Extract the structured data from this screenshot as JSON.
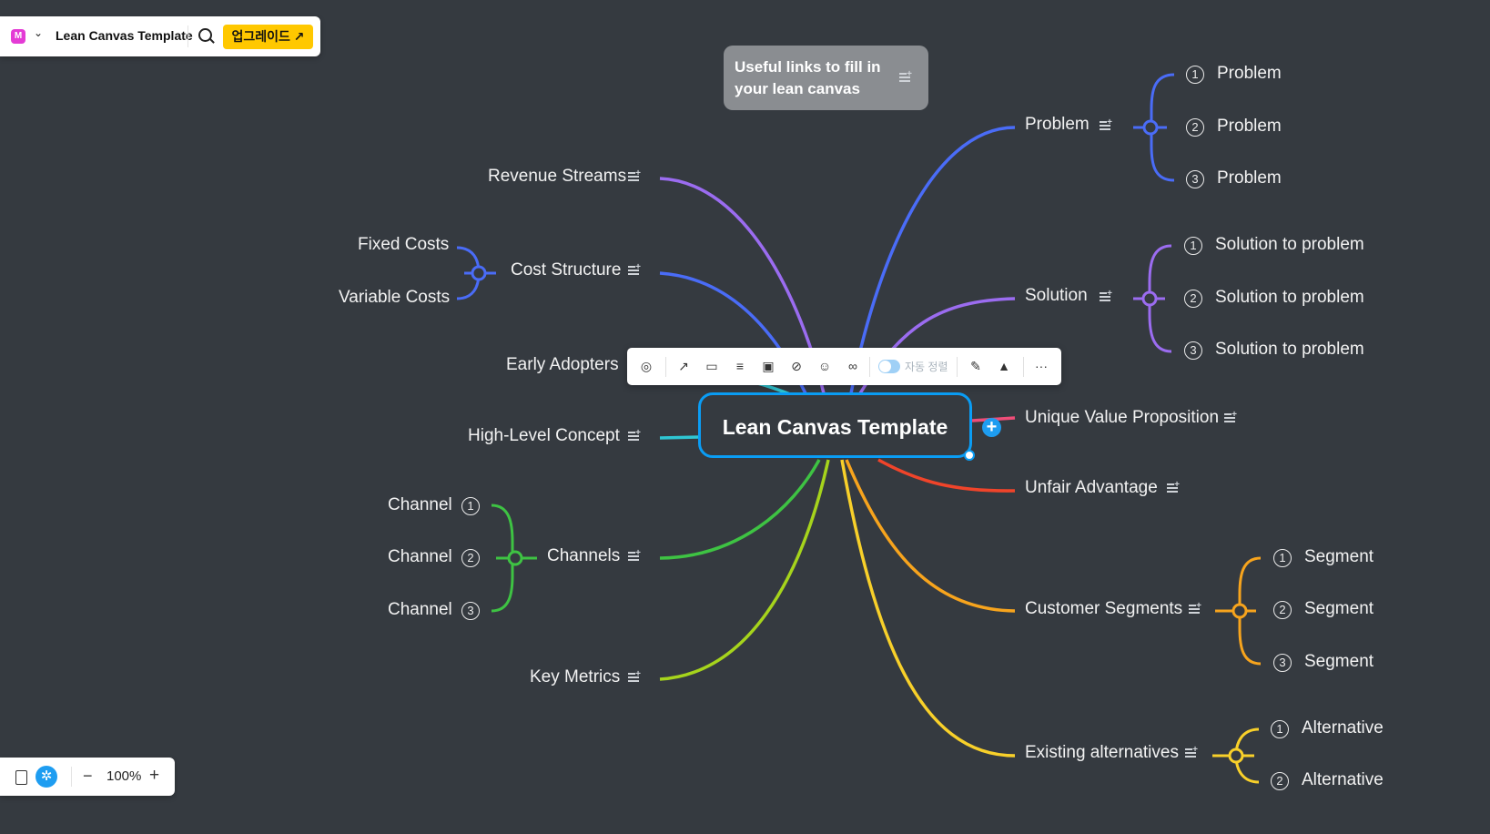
{
  "app": {
    "document_title": "Lean Canvas Template",
    "upgrade_label": "업그레이드 ↗",
    "zoom_level": "100%"
  },
  "note_box": {
    "text": "Useful links to fill in your lean canvas"
  },
  "central_topic": "Lean Canvas Template",
  "toolbar": {
    "auto_align_label": "자동 정렬"
  },
  "branches": {
    "problem": {
      "label": "Problem",
      "children": [
        "Problem",
        "Problem",
        "Problem"
      ]
    },
    "solution": {
      "label": "Solution",
      "children": [
        "Solution to problem",
        "Solution to problem",
        "Solution to problem"
      ]
    },
    "uvp": {
      "label": "Unique Value Proposition"
    },
    "unfair": {
      "label": "Unfair Advantage"
    },
    "segments": {
      "label": "Customer Segments",
      "children": [
        "Segment",
        "Segment",
        "Segment"
      ]
    },
    "alternatives": {
      "label": "Existing alternatives",
      "children": [
        "Alternative",
        "Alternative"
      ]
    },
    "revenue": {
      "label": "Revenue Streams"
    },
    "cost": {
      "label": "Cost Structure",
      "children": [
        "Fixed Costs",
        "Variable Costs"
      ]
    },
    "adopters": {
      "label": "Early Adopters"
    },
    "concept": {
      "label": "High-Level Concept"
    },
    "channels": {
      "label": "Channels",
      "children": [
        "Channel",
        "Channel",
        "Channel"
      ]
    },
    "metrics": {
      "label": "Key Metrics"
    }
  },
  "numbers": [
    "1",
    "2",
    "3"
  ],
  "colors": {
    "background": "#353a40",
    "problem": "#4a6cf7",
    "solution": "#9b6cf0",
    "uvp": "#ef4d78",
    "unfair": "#f0442a",
    "segments": "#f7a41d",
    "alternatives": "#f8d02a",
    "channels": "#3ec343",
    "metrics": "#a6d41c",
    "concept": "#2fc6d3",
    "accent": "#0a9df5"
  },
  "icons": [
    "notes-icon",
    "search-icon",
    "logo-icon",
    "plus-icon",
    "toolbar-icons"
  ]
}
